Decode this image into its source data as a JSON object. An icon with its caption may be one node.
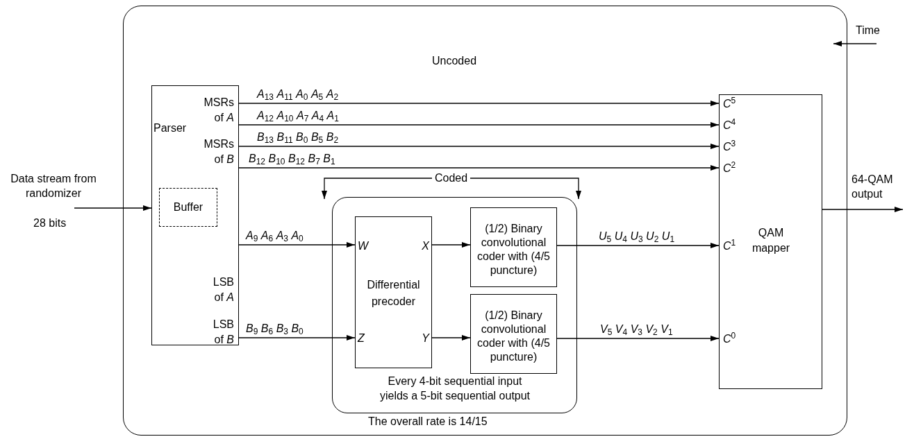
{
  "diagram": {
    "nodes": [
      {
        "text": [],
        "shape": "box"
      },
      {
        "text": [
          "Parser",
          "MSRs of *A*",
          "MSRs of *B*",
          "LSB of *A*",
          "LSB of *B*"
        ],
        "in": 0
      },
      {
        "text": [
          "Buffer"
        ],
        "in": 1
      },
      {
        "text": [
          "Every 4-bit sequential input yields a 5-bit sequential output"
        ],
        "in": 0
      },
      {
        "text": [
          "W",
          "X",
          "Differential precoder",
          "Z",
          "Y"
        ],
        "in": 3
      },
      {
        "text": [
          "(1/2) Binary convolutional coder with (4/5 puncture)"
        ],
        "in": 3
      },
      {
        "text": [
          "(1/2) Binary convolutional coder with (4/5 puncture)"
        ],
        "in": 3
      },
      {
        "text": [
          "*C*$^{5}$",
          "*C*$^{4}$",
          "*C*$^{3}$",
          "*C*$^{2}$",
          "*C*$^{1}$",
          "*C*$^{0}$",
          "QAM mapper"
        ],
        "in": 0
      }
    ],
    "edges": [
      {
        "from": null,
        "to": 1,
        "arrow": "to",
        "label": "Data stream from randomizer"
      },
      {
        "from": 1,
        "to": 7,
        "arrow": "to",
        "label": "*A*$_{13}$ *A*$_{11}$ *A*$_{0}$ *A*$_{5}$ *A*$_{2}$"
      },
      {
        "from": 1,
        "to": 7,
        "arrow": "to",
        "label": "*A*$_{12}$ *A*$_{10}$ *A*$_{7}$ *A*$_{4}$ *A*$_{1}$"
      },
      {
        "from": 1,
        "to": 7,
        "arrow": "to",
        "label": "*B*$_{13}$ *B*$_{11}$ *B*$_{0}$ *B*$_{5}$ *B*$_{2}$"
      },
      {
        "from": 1,
        "to": 7,
        "arrow": "to",
        "label": "*B*$_{12}$ *B*$_{10}$ *B*$_{12}$ *B*$_{7}$ *B*$_{1}$"
      },
      {
        "from": 1,
        "to": 4,
        "arrow": "to",
        "label": "*A*$_{9}$ *A*$_{6}$ *A*$_{3}$ *A*$_{0}$"
      },
      {
        "from": 1,
        "to": 4,
        "arrow": "to",
        "label": "*B*$_{9}$ *B*$_{6}$ *B*$_{3}$ *B*$_{0}$"
      },
      {
        "from": 4,
        "to": 5,
        "arrow": "to"
      },
      {
        "from": 4,
        "to": 6,
        "arrow": "to"
      },
      {
        "from": 5,
        "to": 7,
        "arrow": "to",
        "label": "*U*$_{5}$ *U*$_{4}$ *U*$_{3}$ *U*$_{2}$ *U*$_{1}$"
      },
      {
        "from": 6,
        "to": 7,
        "arrow": "to",
        "label": "*V*$_{5}$ *V*$_{4}$ *V*$_{3}$ *V*$_{2}$ *V*$_{1}$"
      },
      {
        "from": 7,
        "to": null,
        "arrow": "to",
        "label": "64-QAM output"
      }
    ],
    "labels": [
      "Time",
      "Uncoded",
      "Coded",
      "28 bits",
      "The overall rate is 14/15"
    ]
  }
}
